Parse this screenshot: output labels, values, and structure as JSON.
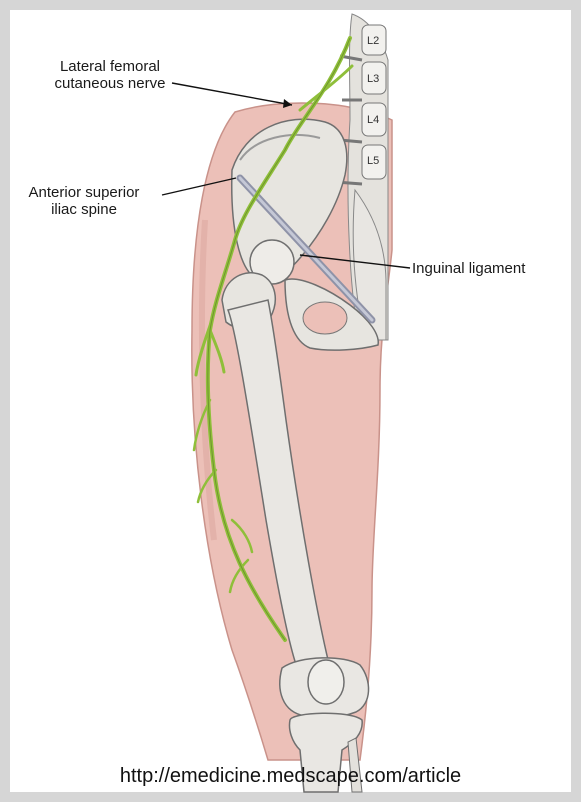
{
  "figure": {
    "labels": {
      "lfcn_line1": "Lateral femoral",
      "lfcn_line2": "cutaneous nerve",
      "asis_line1": "Anterior superior",
      "asis_line2": "iliac spine",
      "inguinal": "Inguinal ligament"
    },
    "vertebrae": [
      "L2",
      "L3",
      "L4",
      "L5"
    ],
    "source": "http://emedicine.medscape.com/article"
  },
  "colors": {
    "nerve": "#8fbf3a",
    "skin": "#ecc0b8",
    "bone": "#e7e5e0",
    "background": "#d9d9d9",
    "panel": "#ffffff"
  }
}
